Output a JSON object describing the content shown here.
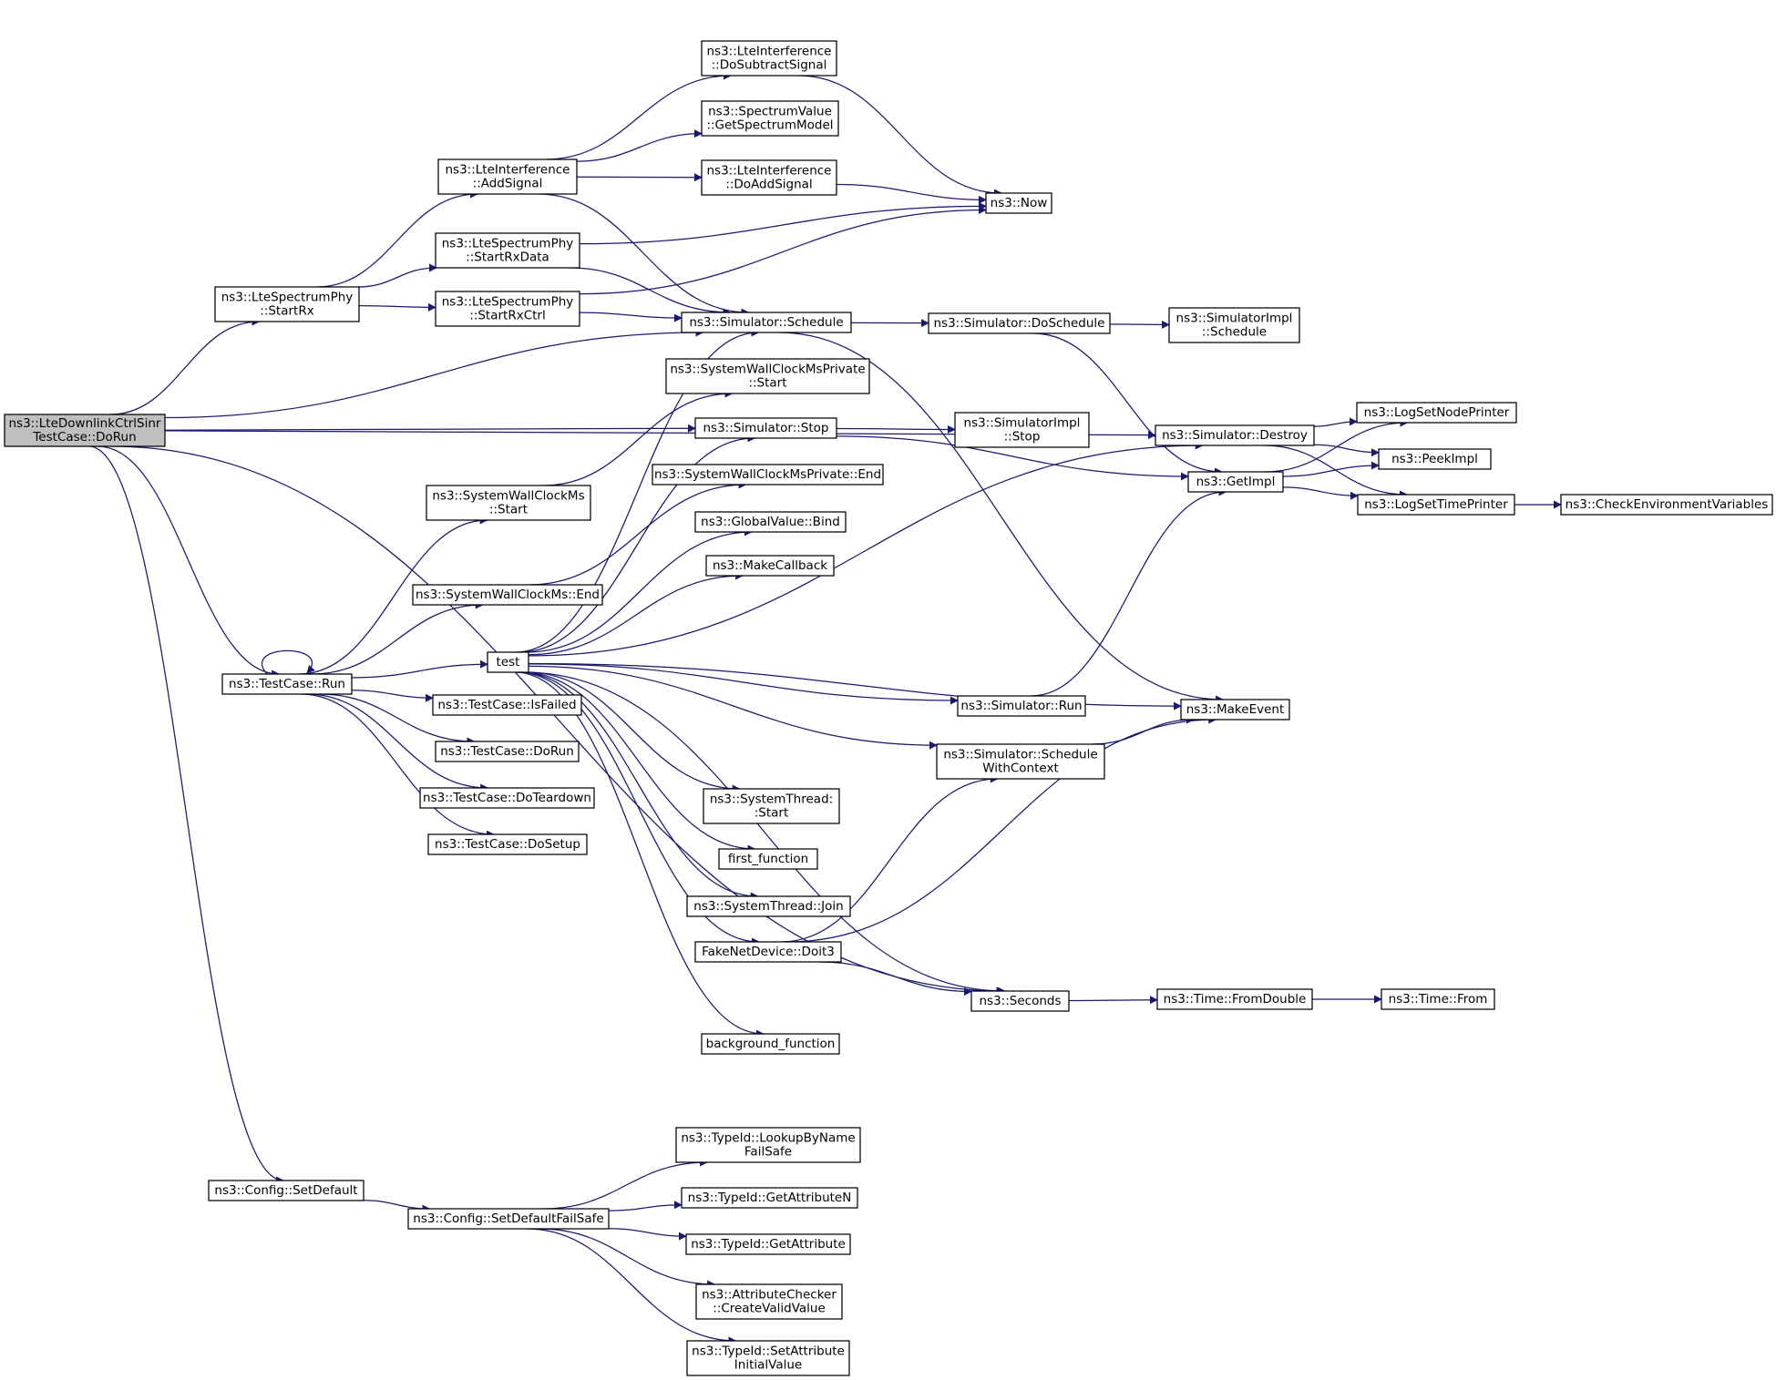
{
  "colors": {
    "edge": "#191970",
    "box_border_default": "#000000",
    "box_border_truncated": "#ff0000",
    "root_fill": "#bfbfbf",
    "node_fill": "#ffffff"
  },
  "nodes": [
    {
      "id": "root",
      "lines": [
        "ns3::LteDownlinkCtrlSinr",
        "TestCase::DoRun"
      ],
      "root": true
    },
    {
      "id": "startRx",
      "lines": [
        "ns3::LteSpectrumPhy",
        "::StartRx"
      ]
    },
    {
      "id": "testRun",
      "lines": [
        "ns3::TestCase::Run"
      ]
    },
    {
      "id": "setDefault",
      "lines": [
        "ns3::Config::SetDefault"
      ]
    },
    {
      "id": "addSignal",
      "lines": [
        "ns3::LteInterference",
        "::AddSignal"
      ]
    },
    {
      "id": "startRxData",
      "lines": [
        "ns3::LteSpectrumPhy",
        "::StartRxData"
      ],
      "red": true
    },
    {
      "id": "startRxCtrl",
      "lines": [
        "ns3::LteSpectrumPhy",
        "::StartRxCtrl"
      ],
      "red": true
    },
    {
      "id": "wcStart",
      "lines": [
        "ns3::SystemWallClockMs",
        "::Start"
      ]
    },
    {
      "id": "wcEnd",
      "lines": [
        "ns3::SystemWallClockMs::End"
      ]
    },
    {
      "id": "test",
      "lines": [
        "test"
      ]
    },
    {
      "id": "isFailed",
      "lines": [
        "ns3::TestCase::IsFailed"
      ]
    },
    {
      "id": "doRun",
      "lines": [
        "ns3::TestCase::DoRun"
      ]
    },
    {
      "id": "doTeardown",
      "lines": [
        "ns3::TestCase::DoTeardown"
      ]
    },
    {
      "id": "doSetup",
      "lines": [
        "ns3::TestCase::DoSetup"
      ]
    },
    {
      "id": "setDefaultFailSafe",
      "lines": [
        "ns3::Config::SetDefaultFailSafe"
      ]
    },
    {
      "id": "doSubtract",
      "lines": [
        "ns3::LteInterference",
        "::DoSubtractSignal"
      ],
      "red": true
    },
    {
      "id": "getSpectrumModel",
      "lines": [
        "ns3::SpectrumValue",
        "::GetSpectrumModel"
      ]
    },
    {
      "id": "doAddSignal",
      "lines": [
        "ns3::LteInterference",
        "::DoAddSignal"
      ],
      "red": true
    },
    {
      "id": "schedule",
      "lines": [
        "ns3::Simulator::Schedule"
      ]
    },
    {
      "id": "wcpStart",
      "lines": [
        "ns3::SystemWallClockMsPrivate",
        "::Start"
      ]
    },
    {
      "id": "simStop",
      "lines": [
        "ns3::Simulator::Stop"
      ]
    },
    {
      "id": "wcpEnd",
      "lines": [
        "ns3::SystemWallClockMsPrivate::End"
      ]
    },
    {
      "id": "gvBind",
      "lines": [
        "ns3::GlobalValue::Bind"
      ],
      "red": true
    },
    {
      "id": "makeCallback",
      "lines": [
        "ns3::MakeCallback"
      ]
    },
    {
      "id": "stStart",
      "lines": [
        "ns3::SystemThread:",
        ":Start"
      ]
    },
    {
      "id": "firstFn",
      "lines": [
        "first_function"
      ],
      "red": true
    },
    {
      "id": "stJoin",
      "lines": [
        "ns3::SystemThread::Join"
      ]
    },
    {
      "id": "doit3",
      "lines": [
        "FakeNetDevice::Doit3"
      ],
      "red": true
    },
    {
      "id": "bgFn",
      "lines": [
        "background_function"
      ],
      "red": true
    },
    {
      "id": "lookupByName",
      "lines": [
        "ns3::TypeId::LookupByName",
        "FailSafe"
      ],
      "red": true
    },
    {
      "id": "getAttrN",
      "lines": [
        "ns3::TypeId::GetAttributeN"
      ]
    },
    {
      "id": "getAttr",
      "lines": [
        "ns3::TypeId::GetAttribute"
      ]
    },
    {
      "id": "createValid",
      "lines": [
        "ns3::AttributeChecker",
        "::CreateValidValue"
      ],
      "red": true
    },
    {
      "id": "setAttrInit",
      "lines": [
        "ns3::TypeId::SetAttribute",
        "InitialValue"
      ]
    },
    {
      "id": "now",
      "lines": [
        "ns3::Now"
      ],
      "red": true
    },
    {
      "id": "doSchedule",
      "lines": [
        "ns3::Simulator::DoSchedule"
      ]
    },
    {
      "id": "implStop",
      "lines": [
        "ns3::SimulatorImpl",
        "::Stop"
      ]
    },
    {
      "id": "simRun",
      "lines": [
        "ns3::Simulator::Run"
      ],
      "red": true
    },
    {
      "id": "schedCtx",
      "lines": [
        "ns3::Simulator::Schedule",
        "WithContext"
      ]
    },
    {
      "id": "seconds",
      "lines": [
        "ns3::Seconds"
      ]
    },
    {
      "id": "implSchedule",
      "lines": [
        "ns3::SimulatorImpl",
        "::Schedule"
      ]
    },
    {
      "id": "destroy",
      "lines": [
        "ns3::Simulator::Destroy"
      ]
    },
    {
      "id": "getImpl",
      "lines": [
        "ns3::GetImpl"
      ],
      "red": true
    },
    {
      "id": "makeEvent",
      "lines": [
        "ns3::MakeEvent"
      ]
    },
    {
      "id": "fromDouble",
      "lines": [
        "ns3::Time::FromDouble"
      ]
    },
    {
      "id": "logNode",
      "lines": [
        "ns3::LogSetNodePrinter"
      ]
    },
    {
      "id": "peekImpl",
      "lines": [
        "ns3::PeekImpl"
      ]
    },
    {
      "id": "logTime",
      "lines": [
        "ns3::LogSetTimePrinter"
      ]
    },
    {
      "id": "timeFrom",
      "lines": [
        "ns3::Time::From"
      ],
      "red": true
    },
    {
      "id": "checkEnv",
      "lines": [
        "ns3::CheckEnvironmentVariables"
      ],
      "red": true
    }
  ],
  "edges": [
    [
      "root",
      "startRx"
    ],
    [
      "root",
      "testRun"
    ],
    [
      "root",
      "setDefault"
    ],
    [
      "root",
      "schedule"
    ],
    [
      "root",
      "simStop"
    ],
    [
      "root",
      "destroy"
    ],
    [
      "root",
      "seconds"
    ],
    [
      "startRx",
      "addSignal"
    ],
    [
      "startRx",
      "startRxData"
    ],
    [
      "startRx",
      "startRxCtrl"
    ],
    [
      "addSignal",
      "doSubtract"
    ],
    [
      "addSignal",
      "getSpectrumModel"
    ],
    [
      "addSignal",
      "doAddSignal"
    ],
    [
      "addSignal",
      "schedule"
    ],
    [
      "doSubtract",
      "now"
    ],
    [
      "doAddSignal",
      "now"
    ],
    [
      "startRxData",
      "now"
    ],
    [
      "startRxData",
      "schedule"
    ],
    [
      "startRxCtrl",
      "now"
    ],
    [
      "startRxCtrl",
      "schedule"
    ],
    [
      "testRun",
      "testRun"
    ],
    [
      "testRun",
      "wcStart"
    ],
    [
      "testRun",
      "wcEnd"
    ],
    [
      "testRun",
      "test"
    ],
    [
      "testRun",
      "isFailed"
    ],
    [
      "testRun",
      "doRun"
    ],
    [
      "testRun",
      "doTeardown"
    ],
    [
      "testRun",
      "doSetup"
    ],
    [
      "wcStart",
      "wcpStart"
    ],
    [
      "wcEnd",
      "wcpEnd"
    ],
    [
      "test",
      "schedule"
    ],
    [
      "test",
      "simStop"
    ],
    [
      "test",
      "gvBind"
    ],
    [
      "test",
      "makeCallback"
    ],
    [
      "test",
      "destroy"
    ],
    [
      "test",
      "simRun"
    ],
    [
      "test",
      "makeEvent"
    ],
    [
      "test",
      "schedCtx"
    ],
    [
      "test",
      "stStart"
    ],
    [
      "test",
      "firstFn"
    ],
    [
      "test",
      "stJoin"
    ],
    [
      "test",
      "doit3"
    ],
    [
      "test",
      "seconds"
    ],
    [
      "test",
      "bgFn"
    ],
    [
      "schedule",
      "doSchedule"
    ],
    [
      "schedule",
      "makeEvent"
    ],
    [
      "doSchedule",
      "implSchedule"
    ],
    [
      "doSchedule",
      "getImpl"
    ],
    [
      "simStop",
      "implStop"
    ],
    [
      "simStop",
      "getImpl"
    ],
    [
      "destroy",
      "logNode"
    ],
    [
      "destroy",
      "peekImpl"
    ],
    [
      "destroy",
      "logTime"
    ],
    [
      "getImpl",
      "logNode"
    ],
    [
      "getImpl",
      "peekImpl"
    ],
    [
      "getImpl",
      "logTime"
    ],
    [
      "logTime",
      "checkEnv"
    ],
    [
      "simRun",
      "getImpl"
    ],
    [
      "schedCtx",
      "makeEvent"
    ],
    [
      "doit3",
      "schedCtx"
    ],
    [
      "doit3",
      "makeEvent"
    ],
    [
      "doit3",
      "seconds"
    ],
    [
      "seconds",
      "fromDouble"
    ],
    [
      "fromDouble",
      "timeFrom"
    ],
    [
      "setDefault",
      "setDefaultFailSafe"
    ],
    [
      "setDefaultFailSafe",
      "lookupByName"
    ],
    [
      "setDefaultFailSafe",
      "getAttrN"
    ],
    [
      "setDefaultFailSafe",
      "getAttr"
    ],
    [
      "setDefaultFailSafe",
      "createValid"
    ],
    [
      "setDefaultFailSafe",
      "setAttrInit"
    ]
  ]
}
